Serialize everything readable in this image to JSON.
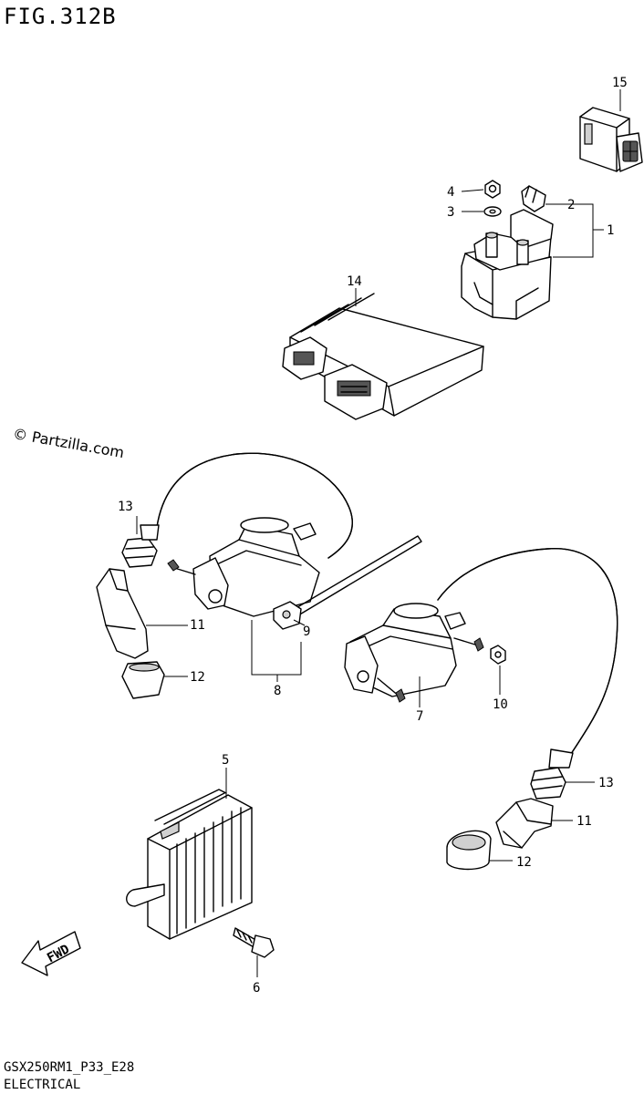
{
  "figure": {
    "title": "FIG.312B",
    "model_code": "GSX250RM1_P33_E28",
    "section": "ELECTRICAL",
    "watermark": "© Partzilla.com",
    "fwd_label": "FWD"
  },
  "callouts": [
    {
      "id": "c1",
      "label": "1"
    },
    {
      "id": "c2",
      "label": "2"
    },
    {
      "id": "c3",
      "label": "3"
    },
    {
      "id": "c4",
      "label": "4"
    },
    {
      "id": "c5",
      "label": "5"
    },
    {
      "id": "c6",
      "label": "6"
    },
    {
      "id": "c7",
      "label": "7"
    },
    {
      "id": "c8",
      "label": "8"
    },
    {
      "id": "c9",
      "label": "9"
    },
    {
      "id": "c10",
      "label": "10"
    },
    {
      "id": "c11a",
      "label": "11"
    },
    {
      "id": "c11b",
      "label": "11"
    },
    {
      "id": "c12a",
      "label": "12"
    },
    {
      "id": "c12b",
      "label": "12"
    },
    {
      "id": "c13a",
      "label": "13"
    },
    {
      "id": "c13b",
      "label": "13"
    },
    {
      "id": "c14",
      "label": "14"
    },
    {
      "id": "c15",
      "label": "15"
    }
  ]
}
